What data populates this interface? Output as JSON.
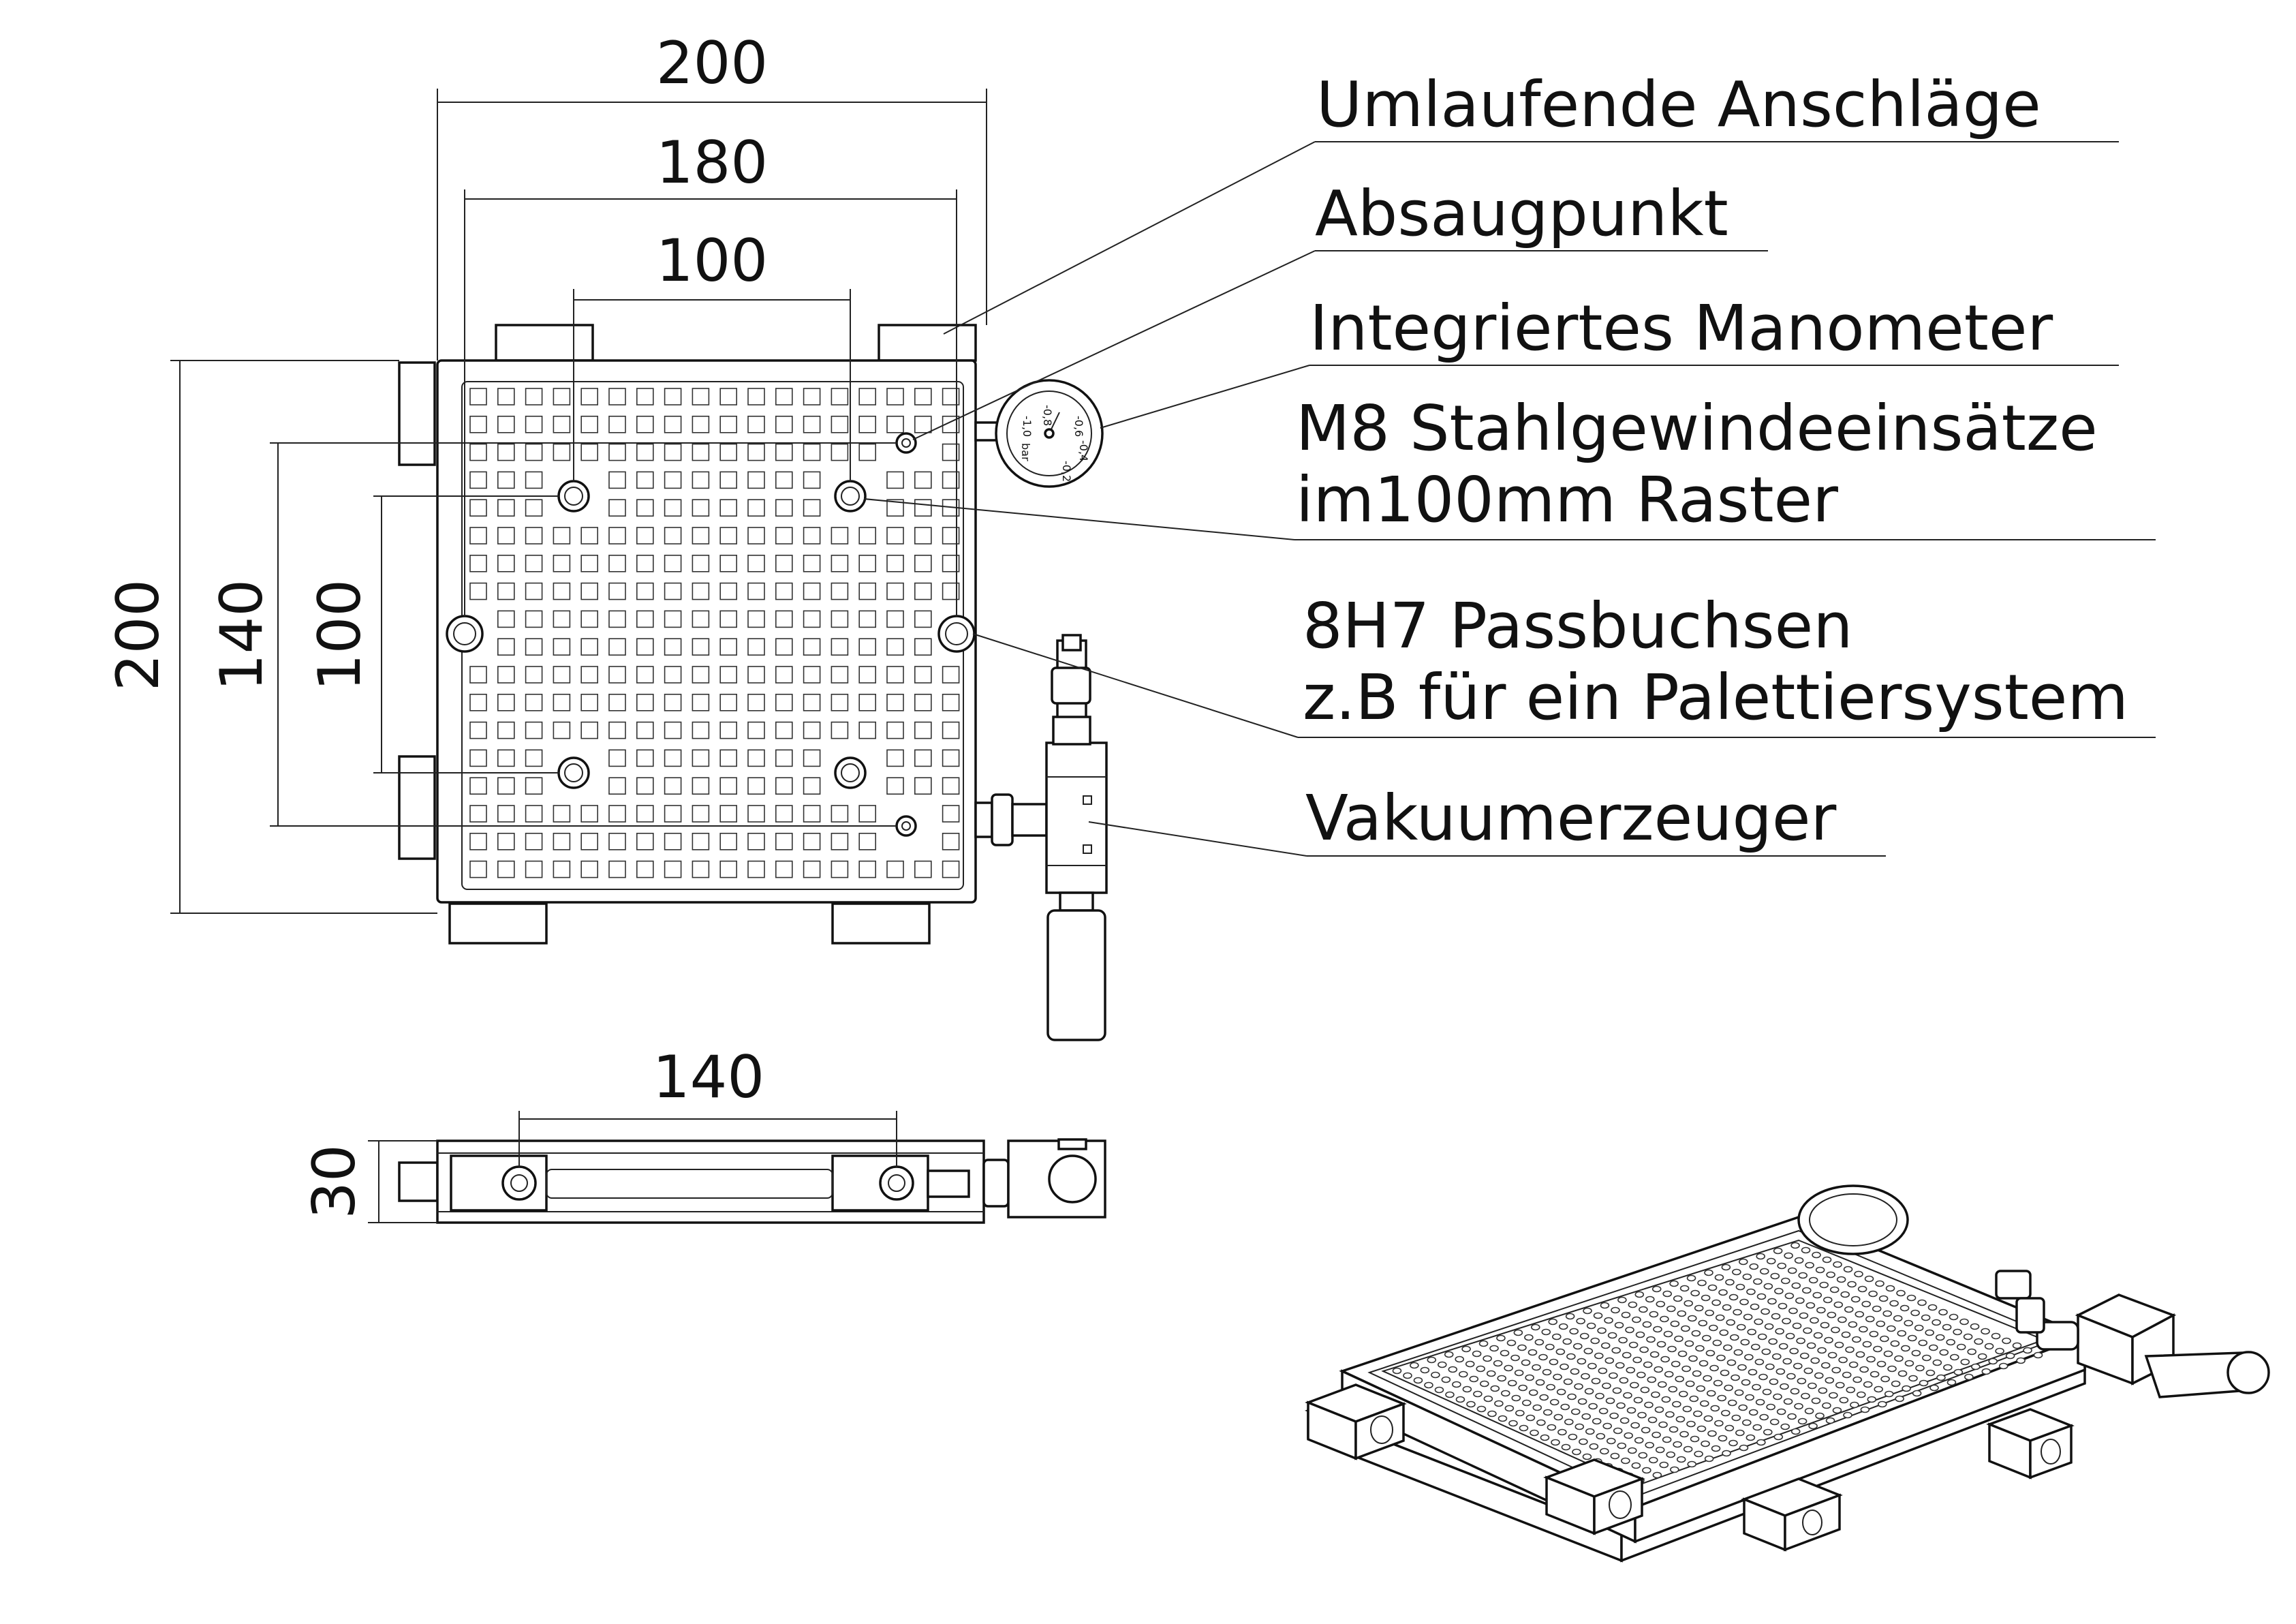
{
  "dimensions": {
    "top_width": "200",
    "top_width_inner": "180",
    "insert_pitch_x": "100",
    "left_height": "200",
    "pin_pitch_y": "140",
    "insert_pitch_y": "100",
    "side_pitch": "140",
    "side_height": "30"
  },
  "labels": [
    "Umlaufende Anschläge",
    "Absaugpunkt",
    "Integriertes  Manometer",
    "M8 Stahlgewindeeinsätze",
    "im100mm Raster",
    "8H7 Passbuchsen",
    "z.B für ein  Palettiersystem",
    "Vakuumerzeuger"
  ],
  "gauge": {
    "ticks": [
      "-0,6",
      "-0,4",
      "-0,2",
      "-0,8",
      "-1,0",
      "bar"
    ]
  }
}
